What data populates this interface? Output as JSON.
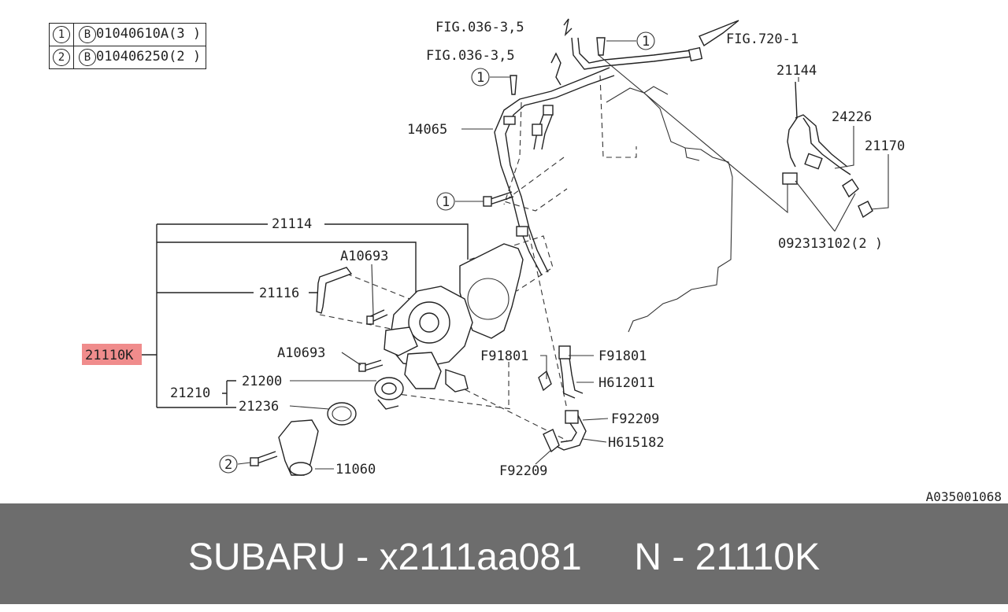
{
  "legend": [
    {
      "index": "1",
      "bolt": "B",
      "code": "01040610A(3 )"
    },
    {
      "index": "2",
      "bolt": "B",
      "code": "010406250(2 )"
    }
  ],
  "labels": {
    "fig_036_top": "FIG.036-3,5",
    "fig_036_mid": "FIG.036-3,5",
    "fig_720": "FIG.720-1",
    "p14065": "14065",
    "p21144": "21144",
    "p24226": "24226",
    "p21170": "21170",
    "p092313102": "092313102(2 )",
    "p21114": "21114",
    "pA10693_top": "A10693",
    "p21116": "21116",
    "p21110K": "21110K",
    "pA10693_bot": "A10693",
    "p21210": "21210",
    "p21200": "21200",
    "p21236": "21236",
    "p11060": "11060",
    "pF91801_left": "F91801",
    "pF91801_right": "F91801",
    "pH612011": "H612011",
    "pF92209_top": "F92209",
    "pH615182": "H615182",
    "pF92209_bot": "F92209",
    "callout1": "1",
    "callout2": "2"
  },
  "diagram_code": "A035001068",
  "footer": {
    "text": "SUBARU - x2111aa081     N - 21110K"
  },
  "colors": {
    "highlight": "#f08c8c",
    "footer_bg": "#6d6d6d",
    "footer_text": "#ffffff",
    "line": "#222222"
  }
}
